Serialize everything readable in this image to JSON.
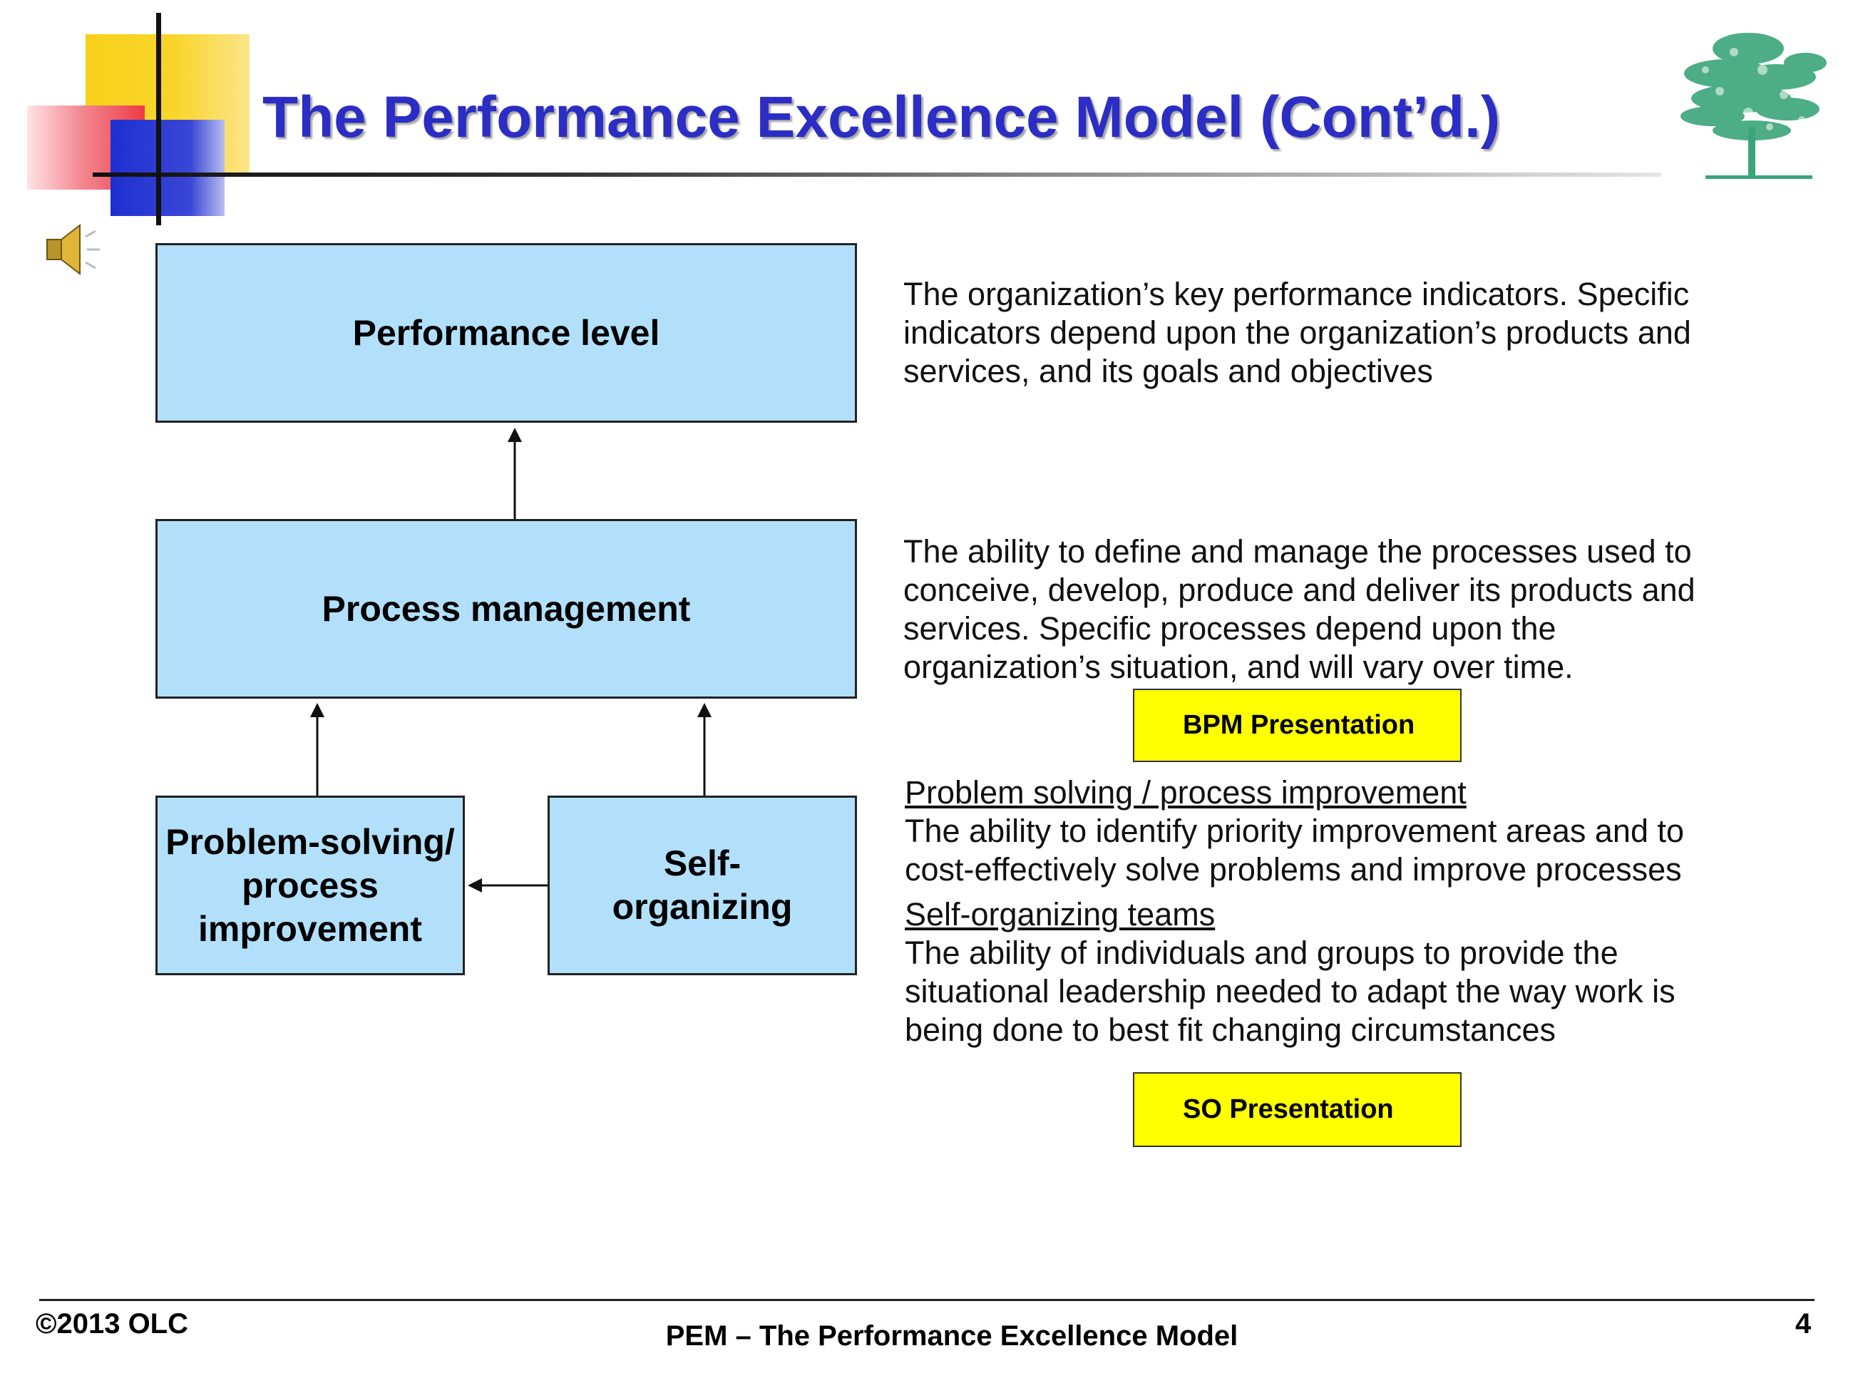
{
  "slide": {
    "title": "The Performance Excellence Model (Cont’d.)"
  },
  "diagram": {
    "performance_level": "Performance level",
    "process_management": "Process management",
    "problem_solving_lines": [
      "Problem-solving/",
      "process",
      "improvement"
    ],
    "self_organizing_lines": [
      "Self-",
      "organizing"
    ]
  },
  "descriptions": {
    "performance": [
      "The organization’s key performance indicators. Specific",
      "indicators depend upon the organization’s products and",
      "services, and its goals and objectives"
    ],
    "process": [
      "The ability to define and manage the processes used to",
      "conceive, develop, produce and deliver its products and",
      "services. Specific processes depend upon the",
      "organization’s situation, and will vary over time."
    ],
    "problem_heading": "Problem solving / process improvement",
    "problem": [
      "The ability to identify priority improvement areas and to",
      "cost-effectively solve problems and improve processes"
    ],
    "self_heading": "Self-organizing teams",
    "self": [
      "The ability of individuals and groups to provide the",
      "situational leadership needed to adapt the way work is",
      "being done to best fit changing circumstances"
    ]
  },
  "buttons": {
    "bpm": "BPM Presentation",
    "so": "SO Presentation"
  },
  "footer": {
    "copyright": "©2013 OLC",
    "center": "PEM – The Performance Excellence Model",
    "page_number": "4"
  },
  "icons": {
    "speaker": "speaker-icon",
    "tree": "tree-logo"
  },
  "colors": {
    "title": "#2b2dc4",
    "box_fill": "#b2e0fb",
    "button_fill": "#ffff00"
  }
}
